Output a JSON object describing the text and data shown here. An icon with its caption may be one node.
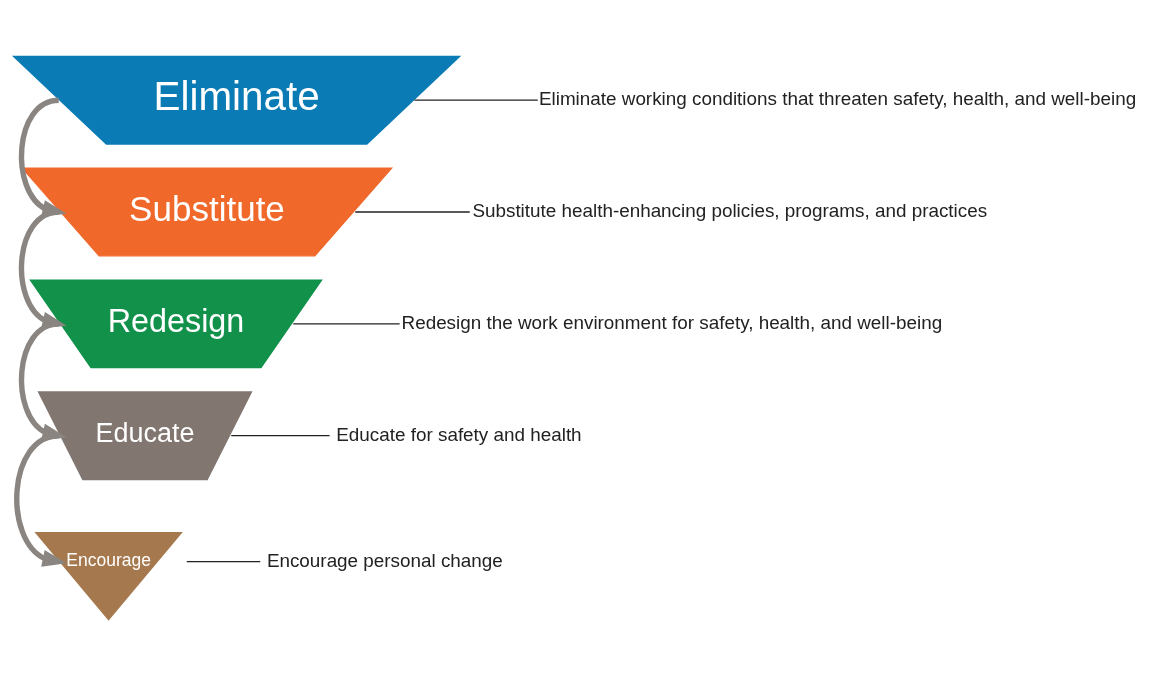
{
  "diagram": {
    "nodes": [
      {
        "text": [
          "Eliminate"
        ]
      },
      {
        "text": [
          "Substitute"
        ]
      },
      {
        "text": [
          "Redesign"
        ]
      },
      {
        "text": [
          "Educate"
        ]
      },
      {
        "text": [
          "Encourage"
        ]
      },
      {
        "text": [
          "Eliminate working conditions that threaten safety, health, and well-being"
        ]
      },
      {
        "text": [
          "Substitute health-enhancing policies, programs, and practices"
        ]
      },
      {
        "text": [
          "Redesign the work environment for safety, health, and well-being"
        ]
      },
      {
        "text": [
          "Educate for safety and health"
        ]
      },
      {
        "text": [
          "Encourage personal change"
        ]
      }
    ],
    "edges": [
      {
        "from": 0,
        "to": 1,
        "arrow": "to",
        "style": "thick",
        "color": "#8a8580"
      },
      {
        "from": 1,
        "to": 2,
        "arrow": "to",
        "style": "thick",
        "color": "#8a8580"
      },
      {
        "from": 2,
        "to": 3,
        "arrow": "to",
        "style": "thick",
        "color": "#8a8580"
      },
      {
        "from": 3,
        "to": 4,
        "arrow": "to",
        "style": "thick",
        "color": "#8a8580"
      },
      {
        "from": 5,
        "to": 0,
        "arrow": "none"
      },
      {
        "from": 6,
        "to": 1,
        "arrow": "none"
      },
      {
        "from": 7,
        "to": 2,
        "arrow": "none"
      },
      {
        "from": 8,
        "to": 3,
        "arrow": "none"
      },
      {
        "from": 9,
        "to": 4,
        "arrow": "none"
      }
    ]
  }
}
